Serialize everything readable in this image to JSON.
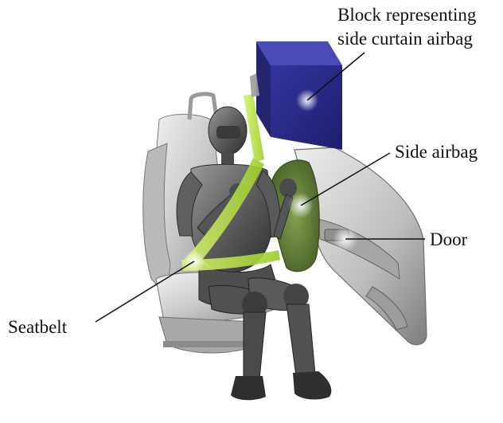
{
  "labels": {
    "curtain_airbag_line1": "Block representing",
    "curtain_airbag_line2": "side curtain airbag",
    "side_airbag": "Side airbag",
    "door": "Door",
    "seatbelt": "Seatbelt"
  },
  "colors": {
    "background": "#ffffff",
    "curtain_block": "#2a2a8c",
    "seatbelt": "#b8e23a",
    "side_airbag": "#4f6b2a",
    "dummy": "#5a5a5a",
    "seat": "#cfcfcf",
    "door": "#d9d9d9",
    "leader_line": "#111111"
  }
}
